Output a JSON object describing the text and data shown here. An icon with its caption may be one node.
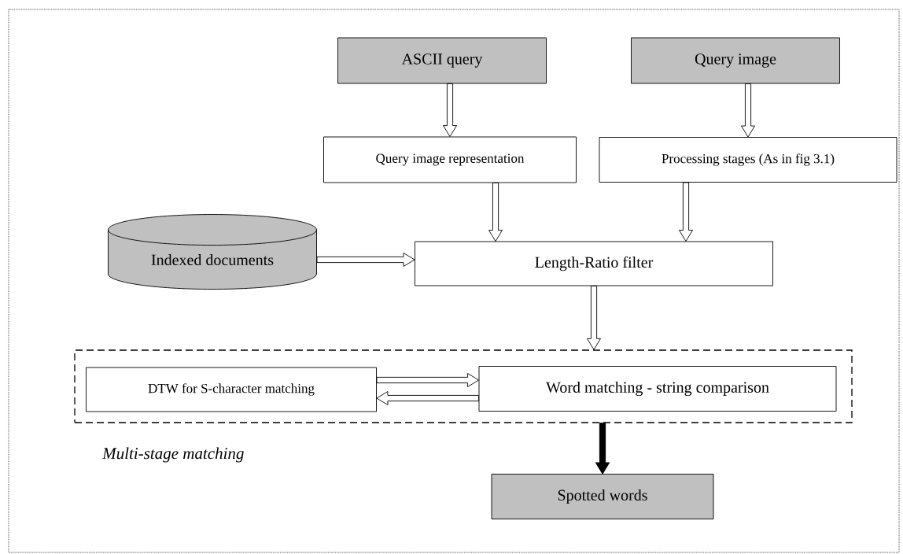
{
  "diagram": {
    "nodes": [
      {
        "text": [
          "ASCII query"
        ]
      },
      {
        "text": [
          "Query image"
        ]
      },
      {
        "text": [
          "Query image representation"
        ]
      },
      {
        "text": [
          "Processing stages (As in fig 3.1)"
        ]
      },
      {
        "text": [
          "Indexed documents"
        ]
      },
      {
        "text": [
          "Length-Ratio filter"
        ]
      },
      {
        "text": [
          "Multi-stage matching"
        ]
      },
      {
        "text": [
          "DTW for S-character matching"
        ],
        "in": 6
      },
      {
        "text": [
          "Word matching - string comparison"
        ],
        "in": 6
      },
      {
        "text": [
          "Spotted words"
        ]
      }
    ],
    "edges": [
      {
        "from": 0,
        "to": 2,
        "arrow": "to"
      },
      {
        "from": 1,
        "to": 3,
        "arrow": "to"
      },
      {
        "from": 2,
        "to": 5,
        "arrow": "to"
      },
      {
        "from": 3,
        "to": 5,
        "arrow": "to"
      },
      {
        "from": 4,
        "to": 5,
        "arrow": "to"
      },
      {
        "from": 5,
        "to": 6,
        "arrow": "to"
      },
      {
        "from": 7,
        "to": 8,
        "arrow": "to"
      },
      {
        "from": 8,
        "to": 7,
        "arrow": "to"
      },
      {
        "from": 6,
        "to": 9,
        "arrow": "to",
        "style": "thick"
      }
    ]
  }
}
